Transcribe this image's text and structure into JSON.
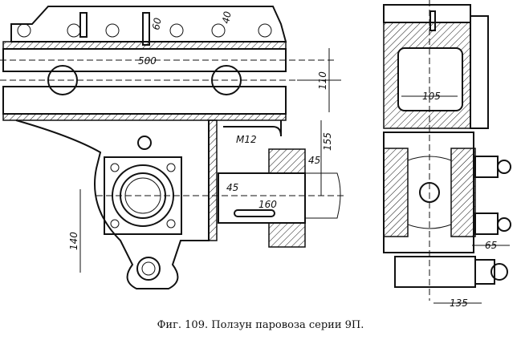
{
  "figure": {
    "caption": "Фиг. 109. Ползун паровоза серии 9П.",
    "dimensions": {
      "d60": "60",
      "d40": "40",
      "d500": "500",
      "d110": "110",
      "d105": "105",
      "d155": "155",
      "m12": "M12",
      "d45a": "45",
      "d45b": "45",
      "d160": "160",
      "d140": "140",
      "d65": "65",
      "d135": "135"
    }
  }
}
